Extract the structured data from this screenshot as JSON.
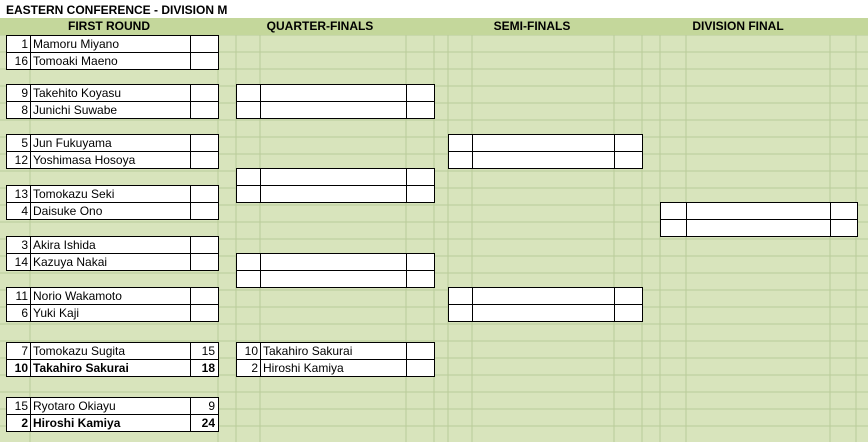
{
  "sheet": {
    "title": "EASTERN CONFERENCE - DIVISION M",
    "headers": {
      "first_round": "FIRST ROUND",
      "quarter_finals": "QUARTER-FINALS",
      "semi_finals": "SEMI-FINALS",
      "division_final": "DIVISION FINAL"
    },
    "colors": {
      "background": "#d8e4bc",
      "header": "#c4d79b",
      "grid_line": "#b9cc9a"
    }
  },
  "first_round": [
    {
      "top": {
        "seed": "1",
        "name": "Mamoru Miyano",
        "score": ""
      },
      "bottom": {
        "seed": "16",
        "name": "Tomoaki Maeno",
        "score": ""
      },
      "winner": ""
    },
    {
      "top": {
        "seed": "9",
        "name": "Takehito Koyasu",
        "score": ""
      },
      "bottom": {
        "seed": "8",
        "name": "Junichi Suwabe",
        "score": ""
      },
      "winner": ""
    },
    {
      "top": {
        "seed": "5",
        "name": "Jun Fukuyama",
        "score": ""
      },
      "bottom": {
        "seed": "12",
        "name": "Yoshimasa Hosoya",
        "score": ""
      },
      "winner": ""
    },
    {
      "top": {
        "seed": "13",
        "name": "Tomokazu Seki",
        "score": ""
      },
      "bottom": {
        "seed": "4",
        "name": "Daisuke Ono",
        "score": ""
      },
      "winner": ""
    },
    {
      "top": {
        "seed": "3",
        "name": "Akira Ishida",
        "score": ""
      },
      "bottom": {
        "seed": "14",
        "name": "Kazuya Nakai",
        "score": ""
      },
      "winner": ""
    },
    {
      "top": {
        "seed": "11",
        "name": "Norio Wakamoto",
        "score": ""
      },
      "bottom": {
        "seed": "6",
        "name": "Yuki Kaji",
        "score": ""
      },
      "winner": ""
    },
    {
      "top": {
        "seed": "7",
        "name": "Tomokazu Sugita",
        "score": "15"
      },
      "bottom": {
        "seed": "10",
        "name": "Takahiro Sakurai",
        "score": "18"
      },
      "winner": "bottom"
    },
    {
      "top": {
        "seed": "15",
        "name": "Ryotaro Okiayu",
        "score": "9"
      },
      "bottom": {
        "seed": "2",
        "name": "Hiroshi Kamiya",
        "score": "24"
      },
      "winner": "bottom"
    }
  ],
  "quarter_finals": [
    {
      "top": {
        "seed": "",
        "name": "",
        "score": ""
      },
      "bottom": {
        "seed": "",
        "name": "",
        "score": ""
      },
      "winner": ""
    },
    {
      "top": {
        "seed": "",
        "name": "",
        "score": ""
      },
      "bottom": {
        "seed": "",
        "name": "",
        "score": ""
      },
      "winner": ""
    },
    {
      "top": {
        "seed": "",
        "name": "",
        "score": ""
      },
      "bottom": {
        "seed": "",
        "name": "",
        "score": ""
      },
      "winner": ""
    },
    {
      "top": {
        "seed": "10",
        "name": "Takahiro Sakurai",
        "score": ""
      },
      "bottom": {
        "seed": "2",
        "name": "Hiroshi Kamiya",
        "score": ""
      },
      "winner": ""
    }
  ],
  "semi_finals": [
    {
      "top": {
        "seed": "",
        "name": "",
        "score": ""
      },
      "bottom": {
        "seed": "",
        "name": "",
        "score": ""
      },
      "winner": ""
    },
    {
      "top": {
        "seed": "",
        "name": "",
        "score": ""
      },
      "bottom": {
        "seed": "",
        "name": "",
        "score": ""
      },
      "winner": ""
    }
  ],
  "division_final": [
    {
      "top": {
        "seed": "",
        "name": "",
        "score": ""
      },
      "bottom": {
        "seed": "",
        "name": "",
        "score": ""
      },
      "winner": ""
    }
  ]
}
